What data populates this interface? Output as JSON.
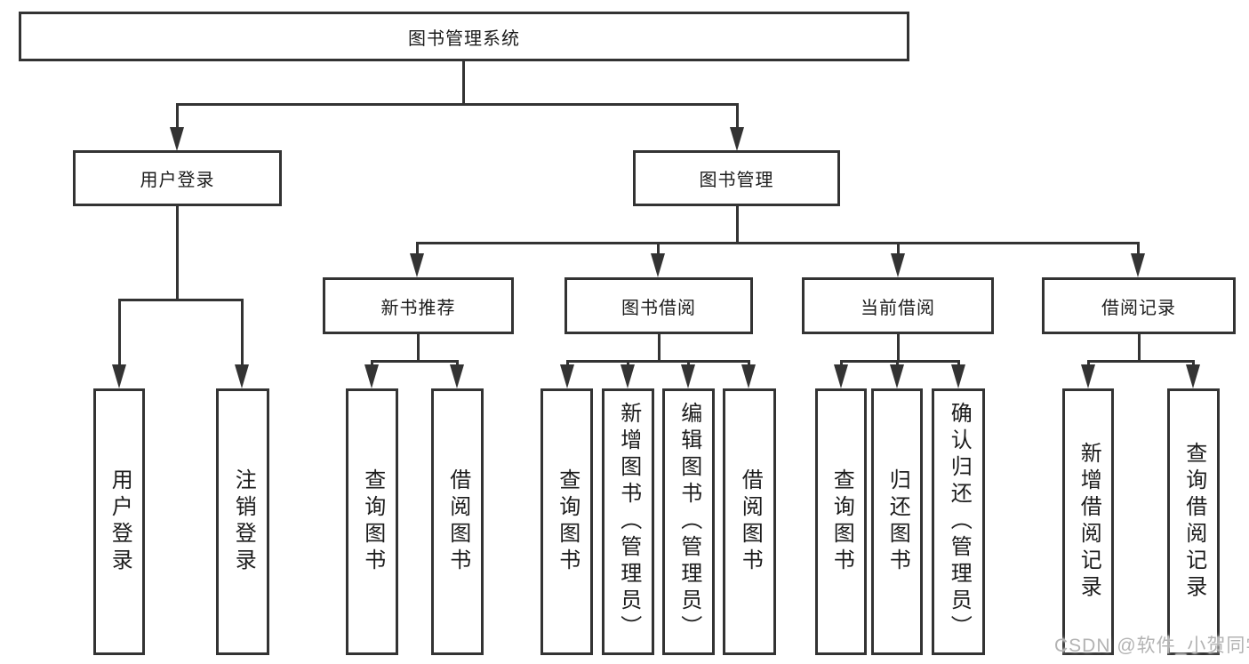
{
  "diagram": {
    "colors": {
      "line": "#333333",
      "text": "#1c1c1c",
      "watermark_text": "#b3b3b3",
      "background": "#ffffff"
    },
    "watermark": "CSDN @软件_小贺同学",
    "root": {
      "label": "图书管理系统",
      "children": [
        {
          "label": "用户登录",
          "children": [
            {
              "label": "用户登录"
            },
            {
              "label": "注销登录"
            }
          ]
        },
        {
          "label": "图书管理",
          "children": [
            {
              "label": "新书推荐",
              "children": [
                {
                  "label": "查询图书"
                },
                {
                  "label": "借阅图书"
                }
              ]
            },
            {
              "label": "图书借阅",
              "children": [
                {
                  "label": "查询图书"
                },
                {
                  "label": "新增图书（管理员）"
                },
                {
                  "label": "编辑图书（管理员）"
                },
                {
                  "label": "借阅图书"
                }
              ]
            },
            {
              "label": "当前借阅",
              "children": [
                {
                  "label": "查询图书"
                },
                {
                  "label": "归还图书"
                },
                {
                  "label": "确认归还（管理员）"
                }
              ]
            },
            {
              "label": "借阅记录",
              "children": [
                {
                  "label": "新增借阅记录"
                },
                {
                  "label": "查询借阅记录"
                }
              ]
            }
          ]
        }
      ]
    }
  }
}
